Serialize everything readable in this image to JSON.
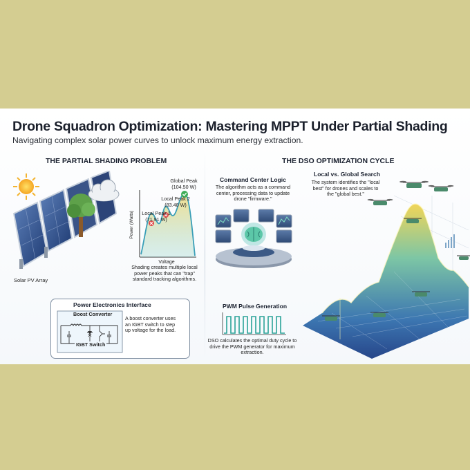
{
  "header": {
    "title": "Drone Squadron Optimization: Mastering MPPT Under Partial Shading",
    "subtitle": "Navigating complex solar power curves to unlock maximum energy extraction."
  },
  "left_section": {
    "heading": "THE PARTIAL SHADING PROBLEM",
    "pv_label": "Solar PV Array",
    "chart_caption": "Shading creates multiple local power peaks that can \"trap\" standard tracking algorithms."
  },
  "power_electronics": {
    "title": "Power Electronics Interface",
    "boost_label": "Boost Converter",
    "igbt_label": "IGBT Switch",
    "description": "A boost converter uses an IGBT switch to step up voltage for the load."
  },
  "right_section": {
    "heading": "THE DSO OPTIMIZATION CYCLE",
    "command_title": "Command Center Logic",
    "command_text": "The algorithm acts as a command center, processing data to update drone \"firmware.\"",
    "search_title": "Local vs. Global Search",
    "search_text": "The system identifies the \"local best\" for drones and scales to the \"global best.\"",
    "pwm_title": "PWM Pulse Generation",
    "pwm_text": "DSO calculates the optimal duty cycle to drive the PWM generator for maximum extraction."
  },
  "chart_data": {
    "type": "line",
    "xlabel": "Voltage",
    "ylabel": "Power (Watts)",
    "peaks": [
      {
        "label": "Local Peak 1",
        "value_label": "(71.91 W)",
        "power": 71.91,
        "status": "trap"
      },
      {
        "label": "Local Peak 2",
        "value_label": "(83.48 W)",
        "power": 83.48,
        "status": "trap"
      },
      {
        "label": "Global Peak",
        "value_label": "(104.50 W)",
        "power": 104.5,
        "status": "optimal"
      }
    ]
  },
  "colors": {
    "background": "#d4cd91",
    "trap_marker": "#e04848",
    "optimal_marker": "#3fae58",
    "curve": "#3a9fb8",
    "drone_accent": "#5fc07a"
  }
}
